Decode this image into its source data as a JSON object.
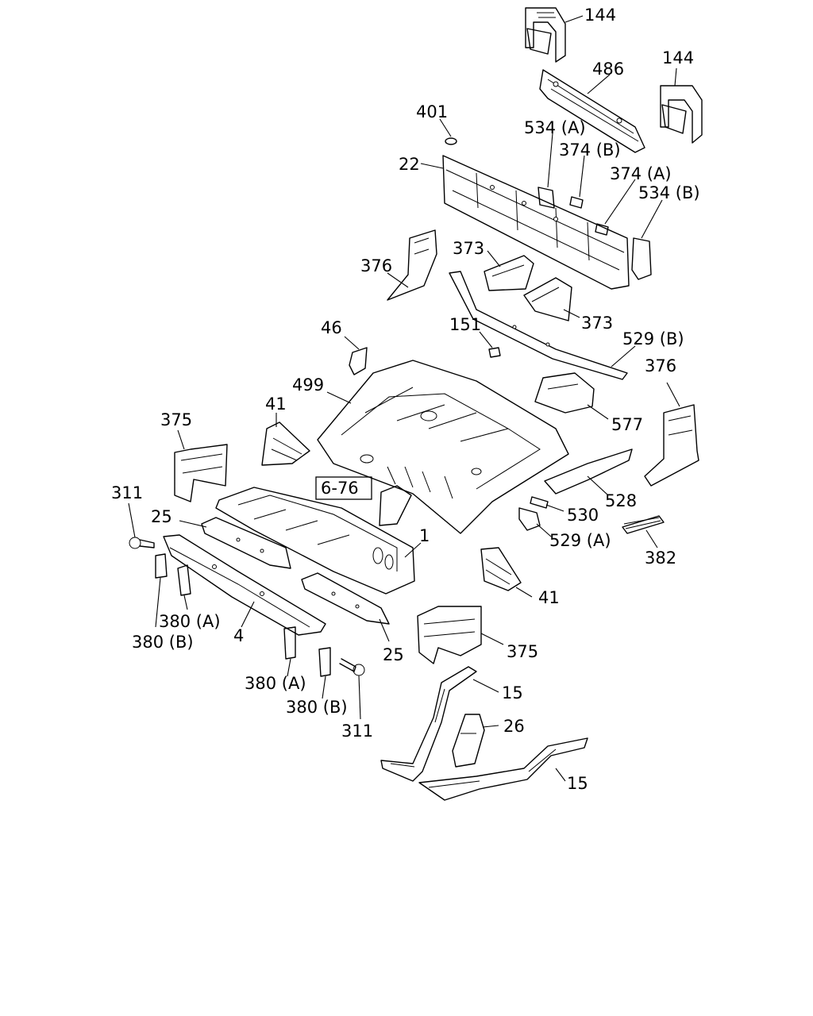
{
  "diagram": {
    "callouts": {
      "p144_top": "144",
      "p144_right": "144",
      "p486": "486",
      "p401": "401",
      "p534a": "534 (A)",
      "p374b": "374 (B)",
      "p22": "22",
      "p374a": "374 (A)",
      "p534b": "534 (B)",
      "p373_top": "373",
      "p376_left": "376",
      "p373_bottom": "373",
      "p46": "46",
      "p151": "151",
      "p529b": "529 (B)",
      "p376_right": "376",
      "p499": "499",
      "p41_left": "41",
      "p375_left": "375",
      "p577": "577",
      "p6_76": "6-76",
      "p311_left": "311",
      "p25_left": "25",
      "p1": "1",
      "p528": "528",
      "p530": "530",
      "p529a": "529 (A)",
      "p382": "382",
      "p41_right": "41",
      "p380a_left": "380 (A)",
      "p380b_left": "380 (B)",
      "p4": "4",
      "p25_right": "25",
      "p375_right": "375",
      "p380a_center": "380 (A)",
      "p380b_center": "380 (B)",
      "p311_center": "311",
      "p15_top": "15",
      "p26": "26",
      "p15_bottom": "15"
    }
  }
}
